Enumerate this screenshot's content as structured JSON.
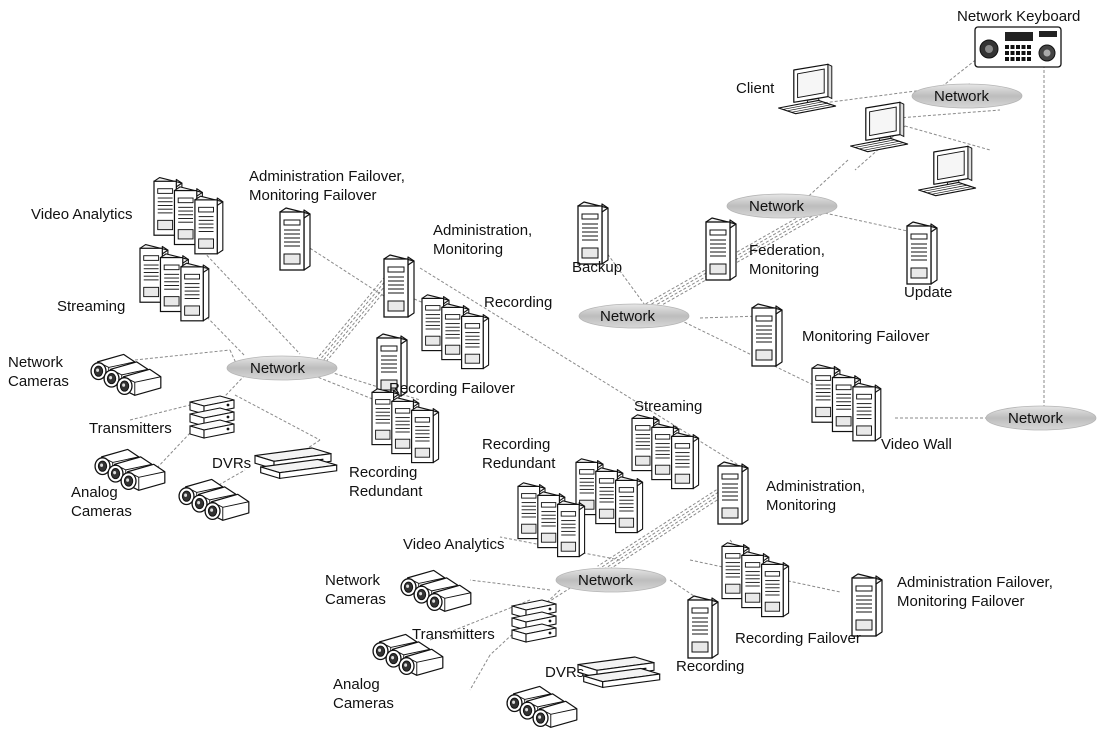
{
  "diagram": {
    "labels": {
      "network_keyboard": "Network Keyboard",
      "client": "Client",
      "network_top_right": "Network",
      "network_upper_mid": "Network",
      "network_mid": "Network",
      "network_left": "Network",
      "network_bottom": "Network",
      "network_far_right": "Network",
      "admin_failover_left": "Administration Failover,\nMonitoring Failover",
      "video_analytics_left": "Video Analytics",
      "administration_monitoring_top": "Administration,\nMonitoring",
      "streaming_left": "Streaming",
      "recording_top": "Recording",
      "backup": "Backup",
      "federation_monitoring": "Federation,\nMonitoring",
      "update": "Update",
      "monitoring_failover": "Monitoring Failover",
      "network_cameras_left": "Network\nCameras",
      "recording_failover_top": "Recording Failover",
      "transmitters_left": "Transmitters",
      "video_wall": "Video Wall",
      "dvrs_left": "DVRs",
      "analog_cameras_left": "Analog\nCameras",
      "recording_redundant_left": "Recording\nRedundant",
      "streaming_right": "Streaming",
      "recording_redundant_right": "Recording\nRedundant",
      "administration_monitoring_bottom": "Administration,\nMonitoring",
      "video_analytics_bottom": "Video Analytics",
      "network_cameras_bottom": "Network\nCameras",
      "transmitters_bottom": "Transmitters",
      "admin_failover_right": "Administration Failover,\nMonitoring Failover",
      "analog_cameras_bottom": "Analog\nCameras",
      "recording_failover_bottom": "Recording Failover",
      "dvrs_bottom": "DVRs",
      "recording_bottom": "Recording"
    }
  }
}
